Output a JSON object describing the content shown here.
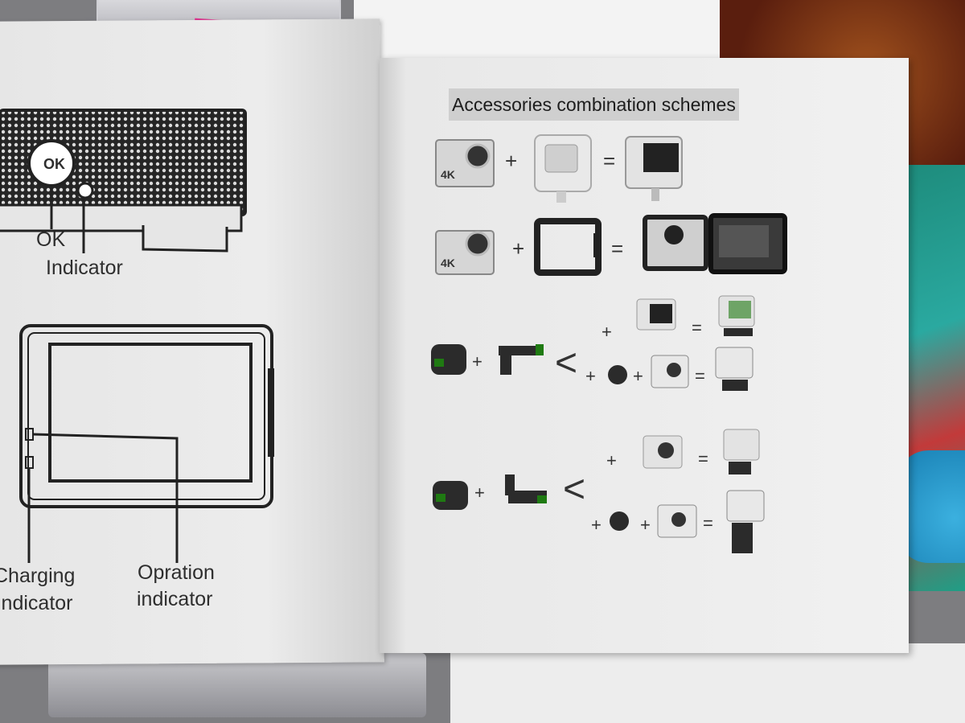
{
  "left_page": {
    "ok_button_text": "OK",
    "ok_label": "OK",
    "indicator_label": "Indicator",
    "charging_label_line1": "Charging",
    "charging_label_line2": "indicator",
    "operation_label_line1": "Opration",
    "operation_label_line2": "indicator"
  },
  "right_page": {
    "heading": "Accessories combination schemes",
    "camera_badge": "4K",
    "plus": "+",
    "equals": "=",
    "branch": "<"
  },
  "colors": {
    "accent_green": "#1f7a12",
    "paper": "#f1f1f1",
    "ink": "#2e2e2e"
  }
}
